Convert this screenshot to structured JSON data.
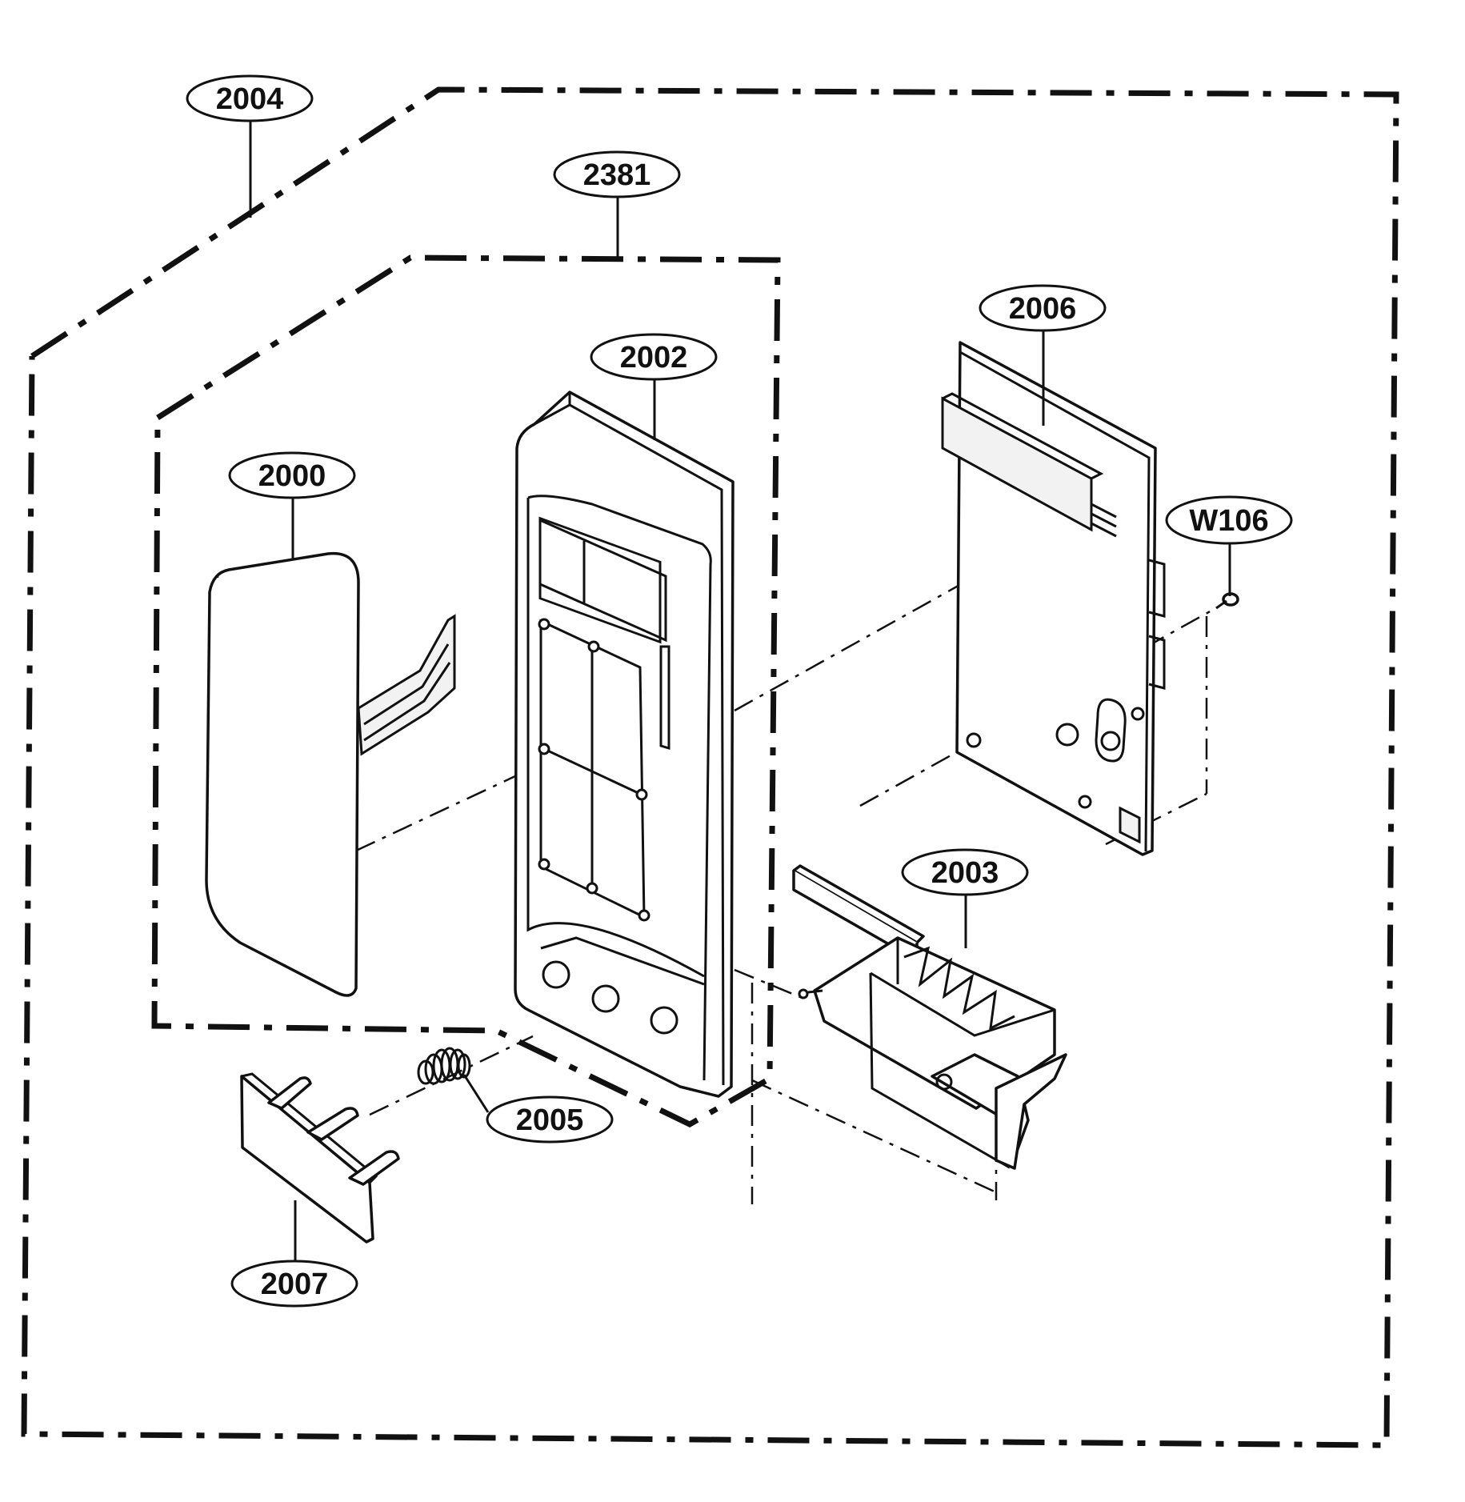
{
  "callouts": {
    "c2004": "2004",
    "c2381": "2381",
    "c2006": "2006",
    "c2002": "2002",
    "c2000": "2000",
    "cW106": "W106",
    "c2003": "2003",
    "c2005": "2005",
    "c2007": "2007"
  }
}
